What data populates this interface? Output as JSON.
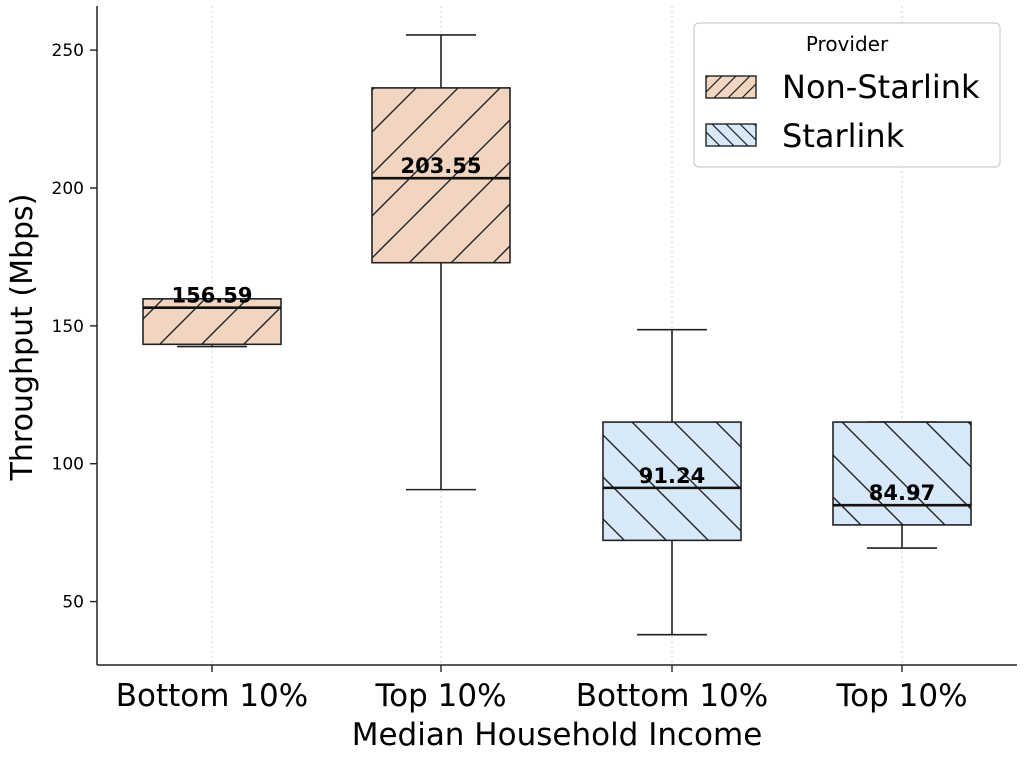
{
  "chart_data": {
    "type": "box",
    "xlabel": "Median Household Income",
    "ylabel": "Throughput (Mbps)",
    "ylim": [
      27,
      266
    ],
    "yticks": [
      50,
      100,
      150,
      200,
      250
    ],
    "categories": [
      "Bottom 10%",
      "Top 10%",
      "Bottom 10%",
      "Top 10%"
    ],
    "grid": "x-dotted",
    "legend": {
      "title": "Provider",
      "placement": "top-right",
      "entries": [
        "Non-Starlink",
        "Starlink"
      ]
    },
    "colors": {
      "Non-Starlink": "#f2d5c1",
      "Starlink": "#d7e8f8",
      "edge": "#222222"
    },
    "boxes": [
      {
        "category": "Bottom 10%",
        "provider": "Non-Starlink",
        "whisker_low": 142.5,
        "q1": 143.3,
        "median": 156.59,
        "q3": 159.8,
        "whisker_high": 159.8,
        "median_label": "156.59"
      },
      {
        "category": "Top 10%",
        "provider": "Non-Starlink",
        "whisker_low": 90.6,
        "q1": 172.9,
        "median": 203.55,
        "q3": 236.3,
        "whisker_high": 255.5,
        "median_label": "203.55"
      },
      {
        "category": "Bottom 10%",
        "provider": "Starlink",
        "whisker_low": 38.0,
        "q1": 72.2,
        "median": 91.24,
        "q3": 115.1,
        "whisker_high": 148.6,
        "median_label": "91.24"
      },
      {
        "category": "Top 10%",
        "provider": "Starlink",
        "whisker_low": 69.4,
        "q1": 77.8,
        "median": 84.97,
        "q3": 115.1,
        "whisker_high": 115.1,
        "median_label": "84.97"
      }
    ]
  }
}
